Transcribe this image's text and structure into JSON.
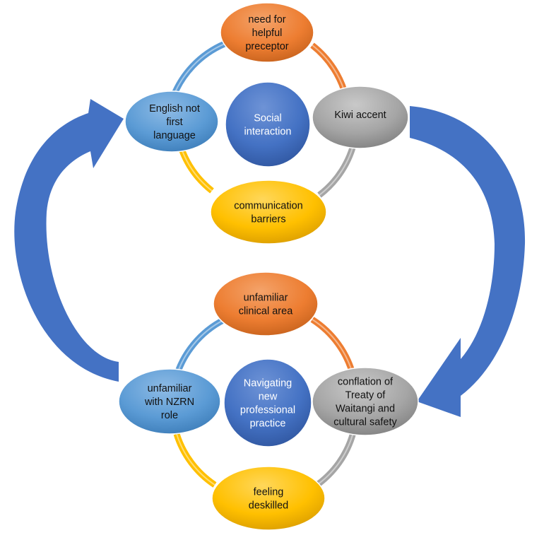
{
  "colors": {
    "orange": "#ED7D31",
    "gray": "#A5A5A5",
    "gold": "#FFC000",
    "light_blue": "#5B9BD5",
    "dark_blue": "#4472C4"
  },
  "top_cycle": {
    "center": [
      "Social",
      "interaction"
    ],
    "top": [
      "need for",
      "helpful",
      "preceptor"
    ],
    "right": [
      "Kiwi accent"
    ],
    "bottom": [
      "communication",
      "barriers"
    ],
    "left": [
      "English not",
      "first",
      "language"
    ]
  },
  "bottom_cycle": {
    "center": [
      "Navigating",
      "new",
      "professional",
      "practice"
    ],
    "top": [
      "unfamiliar",
      "clinical area"
    ],
    "right": [
      "conflation of",
      "Treaty of",
      "Waitangi and",
      "cultural safety"
    ],
    "bottom": [
      "feeling",
      "deskilled"
    ],
    "left": [
      "unfamiliar",
      "with NZRN",
      "role"
    ]
  }
}
